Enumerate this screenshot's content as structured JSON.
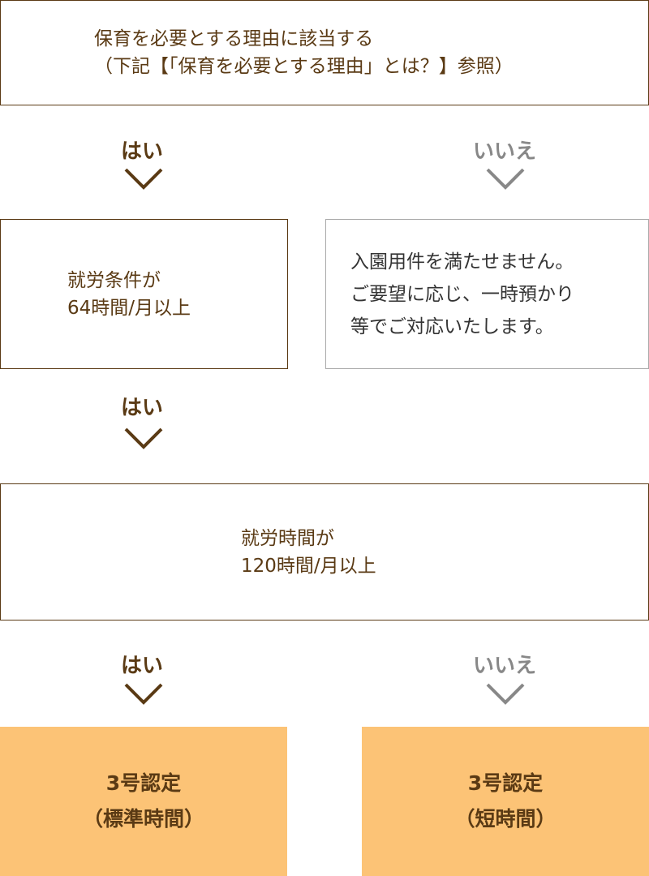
{
  "q1": {
    "line1": "保育を必要とする理由に該当する",
    "line2": "（下記【「保育を必要とする理由」とは？】参照）"
  },
  "q2": {
    "line1": "就労条件が",
    "line2": "64時間/月以上"
  },
  "no1": {
    "line1": "入園用件を満たせません。",
    "line2": "ご要望に応じ、一時預かり",
    "line3": "等でご対応いたします。"
  },
  "q3": {
    "line1": "就労時間が",
    "line2": "120時間/月以上"
  },
  "yes_label": "はい",
  "no_label": "いいえ",
  "result_standard": {
    "line1": "3号認定",
    "line2": "（標準時間）"
  },
  "result_short": {
    "line1": "3号認定",
    "line2": "（短時間）"
  },
  "colors": {
    "brown": "#5a3a14",
    "gray": "#888888",
    "orange": "#fcc376"
  }
}
